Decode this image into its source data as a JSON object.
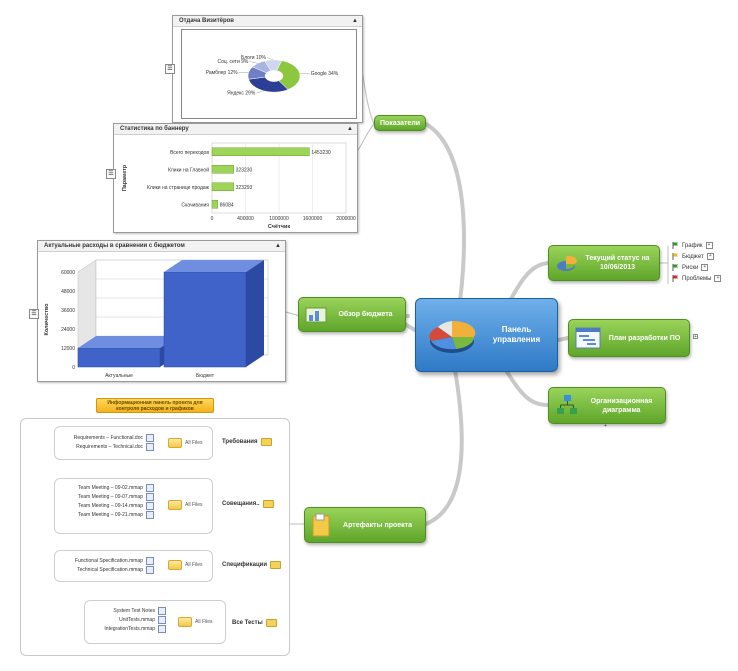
{
  "central": {
    "title": "Панель управления"
  },
  "indicators": {
    "label": "Показатели",
    "traffic_panel": {
      "title": "Отдача Визитёров",
      "slices": [
        {
          "label": "Google 34%",
          "value": 34,
          "color": "#8dc63f"
        },
        {
          "label": "Яндекс 29%",
          "value": 29,
          "color": "#2b3f96"
        },
        {
          "label": "Рамблер 12%",
          "value": 12,
          "color": "#6f7fc6"
        },
        {
          "label": "Соц. сети 9%",
          "value": 9,
          "color": "#a9b4e0"
        },
        {
          "label": "Блоги 10%",
          "value": 10,
          "color": "#cfd6f0"
        }
      ]
    },
    "banner_panel": {
      "title": "Статистика по баннеру",
      "ylabel": "Параметр",
      "xlabel": "Счётчик",
      "xticks": [
        "0",
        "400000",
        "1000000",
        "1600000",
        "2000000"
      ],
      "bars": [
        {
          "label": "Всего переходов",
          "value": 1453230,
          "value_label": "1453230"
        },
        {
          "label": "Клики на Главной",
          "value": 323230,
          "value_label": "323230"
        },
        {
          "label": "Клики на странице продаж",
          "value": 323293,
          "value_label": "323293"
        },
        {
          "label": "Скачивания",
          "value": 86084,
          "value_label": "86084"
        }
      ]
    }
  },
  "budget": {
    "label": "Обзор бюджета",
    "panel": {
      "title": "Актуальные расходы в сравнении с бюджетом",
      "ylabel": "Количество",
      "yticks": [
        "0",
        "12000",
        "24000",
        "36000",
        "48000",
        "60000"
      ],
      "bars": [
        {
          "label": "Актуальные",
          "value": 12000
        },
        {
          "label": "Бюджет",
          "value": 60000
        }
      ]
    }
  },
  "status": {
    "label": "Текущий статус на 10/06/2013",
    "items": [
      {
        "label": "График",
        "flag_color": "#2e9b2e"
      },
      {
        "label": "Бюджет",
        "flag_color": "#e2c21b"
      },
      {
        "label": "Риски",
        "flag_color": "#2e9b2e"
      },
      {
        "label": "Проблемы",
        "flag_color": "#d42a2a"
      }
    ]
  },
  "dev_plan": {
    "label": "План разработки ПО"
  },
  "org": {
    "label": "Организационная диаграмма"
  },
  "artifacts": {
    "label": "Артефакты проекта",
    "note": "Информационная панель проекта для контроля расходов и графиков",
    "groups": [
      {
        "title": "Требования",
        "files": [
          "Requirements – Functional.doc",
          "Requirements – Technical.doc"
        ],
        "folder_label": "All Files"
      },
      {
        "title": "Совещания..",
        "files": [
          "Team Meeting – 09-02.mmap",
          "Team Meeting – 09-07.mmap",
          "Team Meeting – 09-14.mmap",
          "Team Meeting – 09-21.mmap"
        ],
        "folder_label": "All Files"
      },
      {
        "title": "Спецификации",
        "files": [
          "Functional Specification.mmap",
          "Technical Specification.mmap"
        ],
        "folder_label": "All Files"
      },
      {
        "title": "Все Тесты",
        "files": [
          "System Test Notes",
          "UnitTests.mmap",
          "IntegrationTests.mmap"
        ],
        "folder_label": "All Files"
      }
    ]
  }
}
